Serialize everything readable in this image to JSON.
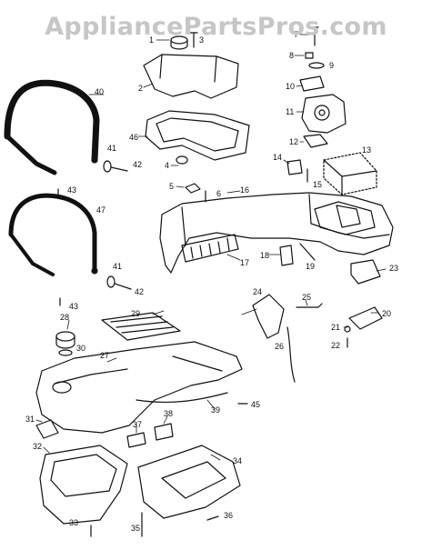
{
  "watermark": {
    "text": "AppliancePartsPros.com"
  },
  "callouts": {
    "c1": "1",
    "c2": "2",
    "c3": "3",
    "c4": "4",
    "c5": "5",
    "c6": "6",
    "c7": "7",
    "c8": "8",
    "c9": "9",
    "c10": "10",
    "c11": "11",
    "c12": "12",
    "c13": "13",
    "c14": "14",
    "c15": "15",
    "c16": "16",
    "c17": "17",
    "c18": "18",
    "c19": "19",
    "c20": "20",
    "c21": "21",
    "c22": "22",
    "c23": "23",
    "c24": "24",
    "c25": "25",
    "c26": "26",
    "c27": "27",
    "c28": "28",
    "c29": "29",
    "c30": "30",
    "c31": "31",
    "c32": "32",
    "c33": "33",
    "c34": "34",
    "c35": "35",
    "c36": "36",
    "c37": "37",
    "c38": "38",
    "c39": "39",
    "c40": "40",
    "c41a": "41",
    "c41b": "41",
    "c42a": "42",
    "c42b": "42",
    "c43a": "43",
    "c43b": "43",
    "c45": "45",
    "c46": "46",
    "c47": "47"
  },
  "colors": {
    "line": "#111111",
    "watermark": "#c6c6c6",
    "background": "#ffffff"
  }
}
